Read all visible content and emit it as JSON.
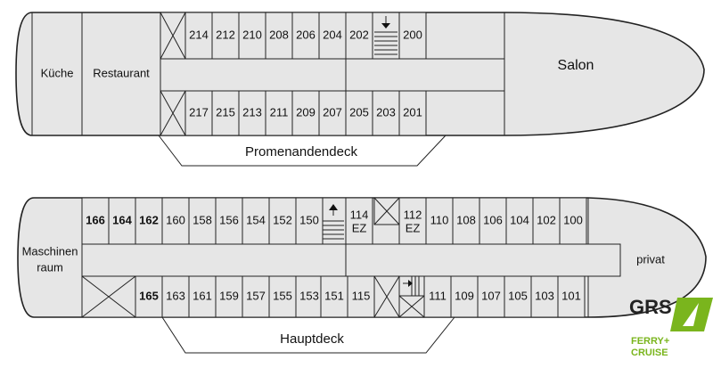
{
  "upper_deck": {
    "name": "Promenandendeck",
    "rooms": {
      "kitchen": "Küche",
      "restaurant": "Restaurant",
      "salon": "Salon"
    },
    "top_cabins": [
      "214",
      "212",
      "210",
      "208",
      "206",
      "204",
      "202",
      "200"
    ],
    "bottom_cabins": [
      "217",
      "215",
      "213",
      "211",
      "209",
      "207",
      "205",
      "203",
      "201"
    ]
  },
  "main_deck": {
    "name": "Hauptdeck",
    "rooms": {
      "engine": "Maschinen\nraum",
      "engine_line1": "Maschinen",
      "engine_line2": "raum",
      "private": "privat"
    },
    "top_cabins": [
      "166",
      "164",
      "162",
      "160",
      "158",
      "156",
      "154",
      "152",
      "150",
      "114",
      "112",
      "110",
      "108",
      "106",
      "104",
      "102",
      "100"
    ],
    "top_cabin_sub": {
      "114": "EZ",
      "112": "EZ"
    },
    "bottom_cabins": [
      "165",
      "163",
      "161",
      "159",
      "157",
      "155",
      "153",
      "151",
      "115",
      "111",
      "109",
      "107",
      "105",
      "103",
      "101"
    ]
  },
  "logo": {
    "brand": "GRS",
    "sub1": "FERRY+",
    "sub2": "CRUISE",
    "brand_color": "#7ab51d"
  }
}
